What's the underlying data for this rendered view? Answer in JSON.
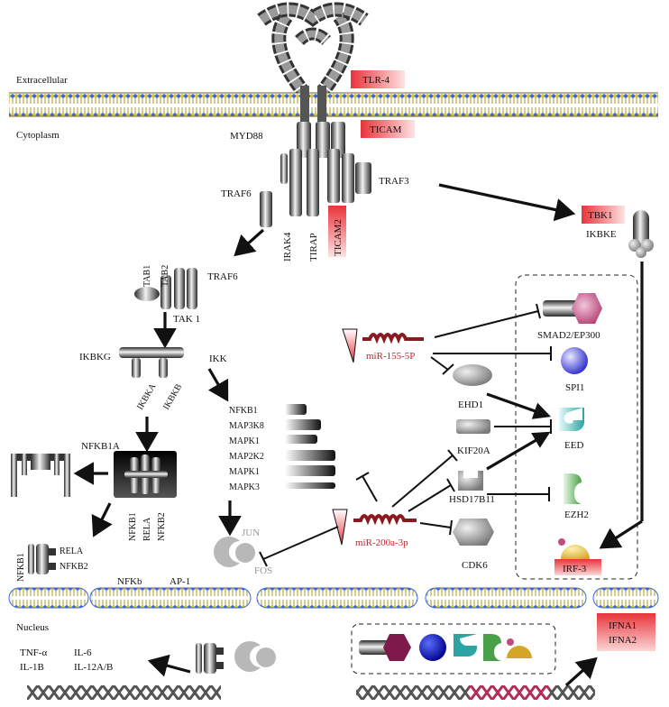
{
  "regions": {
    "extracellular": "Extracellular",
    "cytoplasm": "Cytoplasm",
    "nucleus": "Nucleus"
  },
  "receptors": {
    "tlr4": "TLR-4",
    "ticam": "TICAM",
    "myd88": "MYD88",
    "traf6_upper": "TRAF6",
    "irak4": "IRAK4",
    "tirap": "TIRAP",
    "ticam2": "TICAM2",
    "traf3": "TRAF3"
  },
  "kinase_complex": {
    "tab1": "TAB1",
    "tab2": "TAB2",
    "traf6_lower": "TRAF6",
    "tak1": "TAK 1",
    "ikbkg": "IKBKG",
    "ikbka": "IKBKA",
    "ikbkb": "IKBKB",
    "ikk": "IKK"
  },
  "tbk": {
    "tbk1": "TBK1",
    "ikbke": "IKBKE"
  },
  "mapk_list": [
    "NFKB1",
    "MAP3K8",
    "MAPK1",
    "MAP2K2",
    "MAPK1",
    "MAPK3"
  ],
  "nfkb": {
    "nfkb1a": "NFKB1A",
    "nfkb1": "NFKB1",
    "rela": "RELA",
    "nfkb2": "NFKB2",
    "nfkb1_b": "NFKB1",
    "rela_b": "RELA",
    "nfkb2_b": "NFKB2",
    "nfkb_complex": "NFKb",
    "ap1": "AP-1"
  },
  "ap1": {
    "jun": "JUN",
    "fos": "FOS"
  },
  "mirnas": {
    "mir155": "miR-155-5P",
    "mir200a": "miR-200a-3p"
  },
  "targets": {
    "smad2": "SMAD2/EP300",
    "spi1": "SPI1",
    "ehd1": "EHD1",
    "kif20a": "KIF20A",
    "eed": "EED",
    "hsd17b11": "HSD17B11",
    "ezh2": "EZH2",
    "cdk6": "CDK6",
    "irf3": "IRF-3"
  },
  "nuclear": {
    "cytokines": [
      "TNF-α",
      "IL-6",
      "IL-1B",
      "IL-12A/B"
    ],
    "ifna": [
      "IFNA1",
      "IFNA2"
    ]
  },
  "colors": {
    "membrane": "#c9b33a",
    "red_label": "#e8333a",
    "mirna": "#c0262b",
    "smad": "#c04b7e",
    "spi1": "#3b3bd6",
    "eed": "#3fb0b0",
    "ezh2": "#6cb46a",
    "irf3": "#d8b040"
  }
}
